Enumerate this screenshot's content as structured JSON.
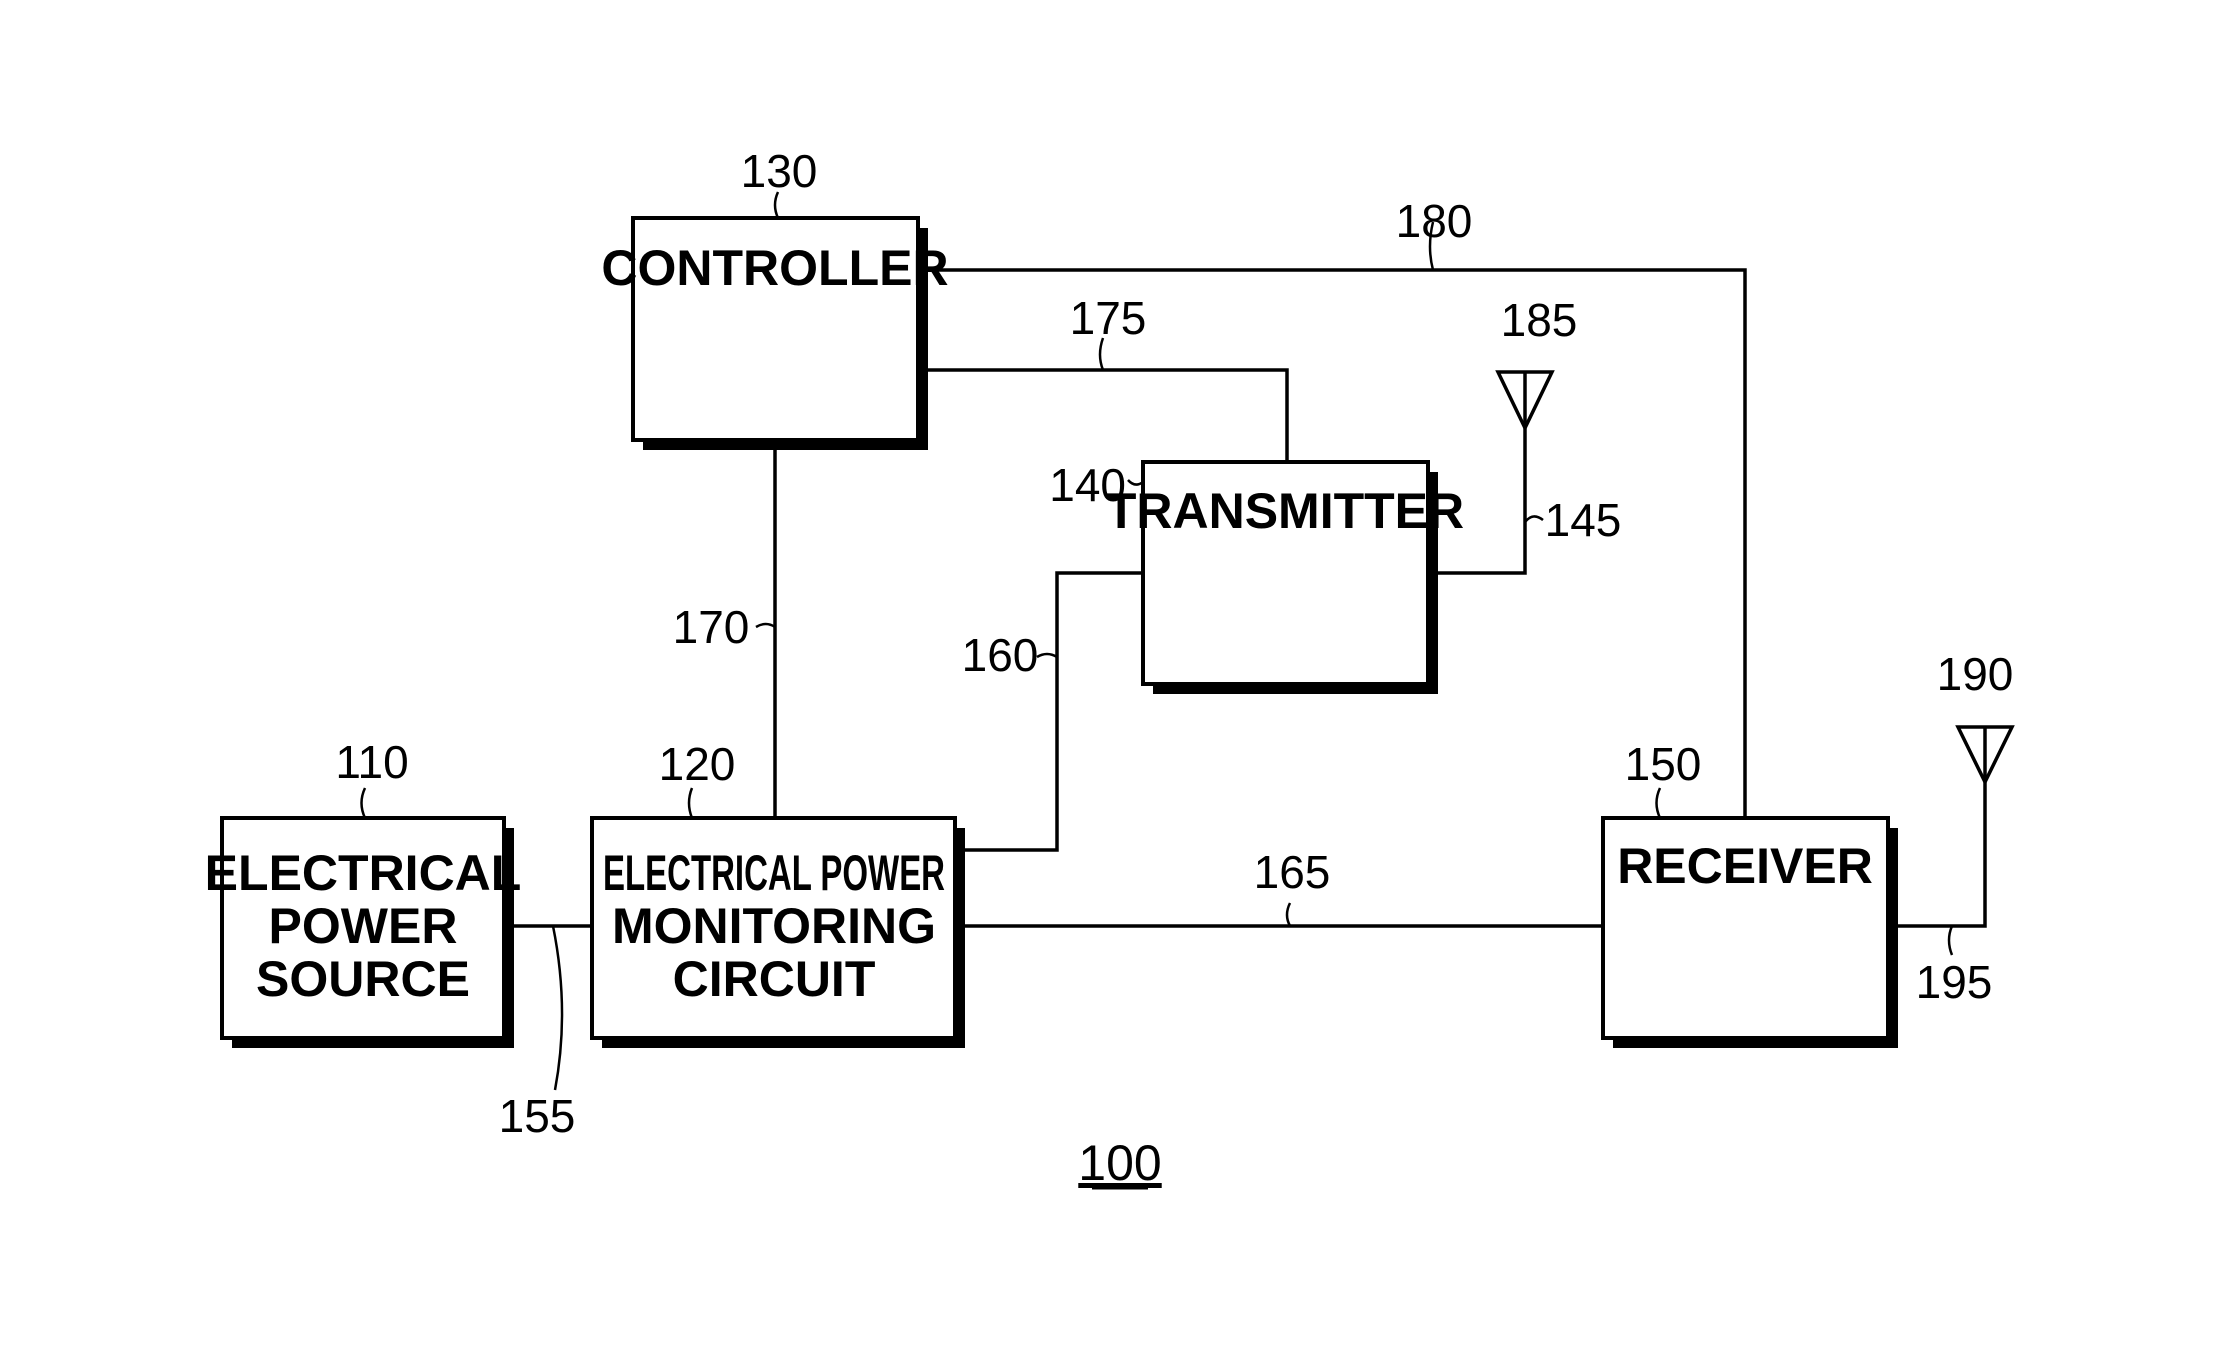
{
  "blocks": {
    "controller": {
      "lines": [
        "CONTROLLER"
      ],
      "ref": "130"
    },
    "transmitter": {
      "lines": [
        "TRANSMITTER"
      ],
      "ref": "140"
    },
    "receiver": {
      "lines": [
        "RECEIVER"
      ],
      "ref": "150"
    },
    "power_source": {
      "lines": [
        "ELECTRICAL",
        "POWER",
        "SOURCE"
      ],
      "ref": "110"
    },
    "monitoring_circuit": {
      "lines": [
        "ELECTRICAL POWER",
        "MONITORING",
        "CIRCUIT"
      ],
      "ref": "120"
    }
  },
  "connections": {
    "source_to_monitor": "155",
    "monitor_to_transmitter": "160",
    "monitor_to_receiver": "165",
    "controller_to_monitor": "170",
    "controller_to_transmitter": "175",
    "controller_to_receiver": "180",
    "transmitter_to_antenna": "145",
    "receiver_to_antenna": "195"
  },
  "antennas": {
    "transmitter_antenna": "185",
    "receiver_antenna": "190"
  },
  "figure_number": "100"
}
